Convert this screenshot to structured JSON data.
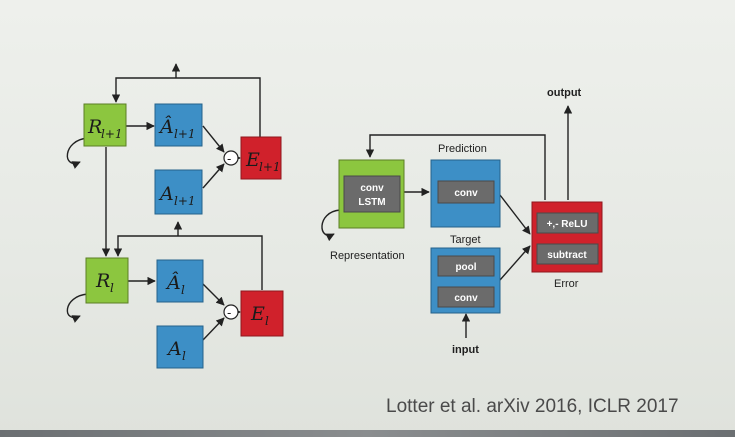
{
  "left_diagram": {
    "r_upper": "R",
    "r_upper_sub": "l+1",
    "ahat_upper": "Â",
    "ahat_upper_sub": "l+1",
    "a_upper": "A",
    "a_upper_sub": "l+1",
    "e_upper": "E",
    "e_upper_sub": "l+1",
    "r_lower": "R",
    "r_lower_sub": "l",
    "ahat_lower": "Â",
    "ahat_lower_sub": "l",
    "a_lower": "A",
    "a_lower_sub": "l",
    "e_lower": "E",
    "e_lower_sub": "l",
    "minus_upper": "-",
    "minus_lower": "-"
  },
  "right_diagram": {
    "conv_lstm_line1": "conv",
    "conv_lstm_line2": "LSTM",
    "representation_label": "Representation",
    "prediction_label": "Prediction",
    "prediction_conv": "conv",
    "target_label": "Target",
    "target_pool": "pool",
    "target_conv": "conv",
    "input_label": "input",
    "output_label": "output",
    "error_relu": "+,- ReLU",
    "error_subtract": "subtract",
    "error_label": "Error"
  },
  "citation": "Lotter et al. arXiv 2016, ICLR 2017",
  "colors": {
    "green": "#8cc63f",
    "blue": "#3d8fc6",
    "red": "#d0212b",
    "inner_gray": "#6b6b6b"
  }
}
